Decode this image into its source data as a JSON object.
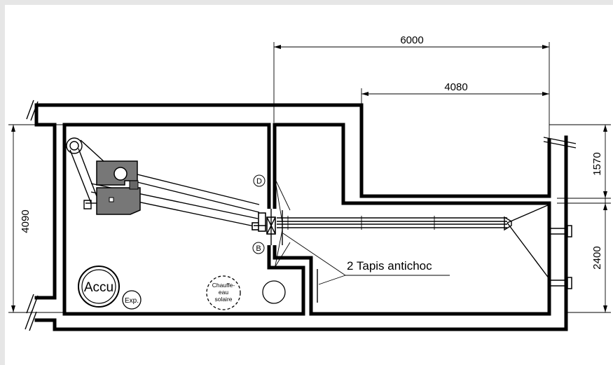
{
  "dimensions": {
    "top_overall": "6000",
    "top_inner": "4080",
    "left_height": "4090",
    "right_upper": "1570",
    "right_lower": "2400"
  },
  "markers": {
    "upper": "D",
    "lower": "B"
  },
  "equipment": {
    "accu": "Accu",
    "expansion": "Exp.",
    "solar_heater_line1": "Chauffe-",
    "solar_heater_line2": "eau",
    "solar_heater_line3": "solaire"
  },
  "annotations": {
    "shock_mats": "2 Tapis antichoc"
  }
}
